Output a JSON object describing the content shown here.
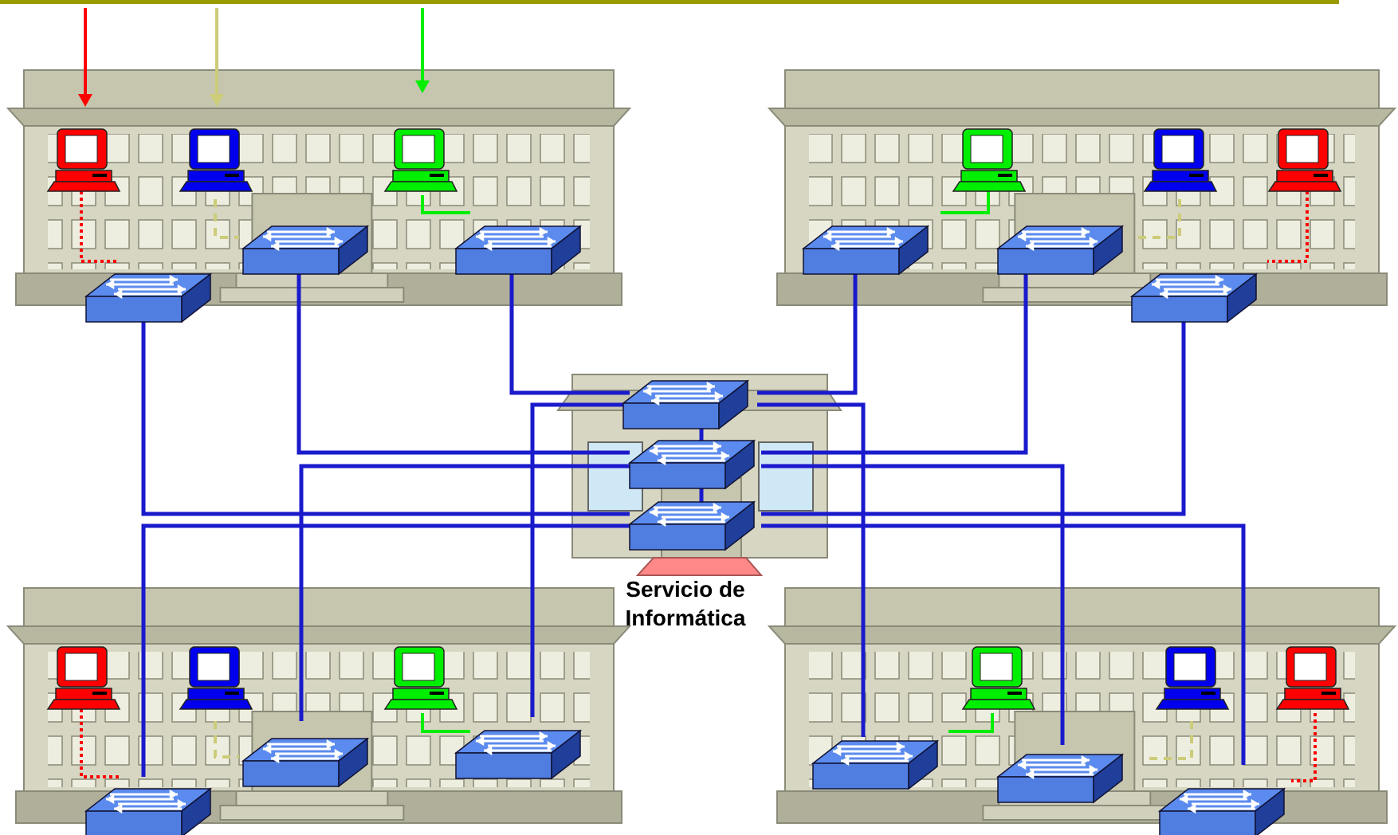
{
  "caption": {
    "line1": "Servicio de",
    "line2": "Informática"
  },
  "colors": {
    "top_bar": "#999900",
    "building_wall": "#d6d6c2",
    "building_roof": "#c6c6af",
    "building_base": "#b0b09a",
    "trunk": "#1a1acc",
    "switch_top": "#5b8bee",
    "switch_side": "#1f3f9a",
    "vlan_red": "#ff0000",
    "vlan_blue": "#0000ee",
    "vlan_green": "#00ee00",
    "vlan_khaki": "#cccc7a",
    "entrance": "#ff8888"
  },
  "legend_arrows": [
    "red",
    "khaki",
    "green"
  ],
  "nodes": {
    "buildings": 4,
    "central_building": "Servicio de Informática",
    "pc_colors": [
      "red",
      "blue",
      "green"
    ]
  }
}
